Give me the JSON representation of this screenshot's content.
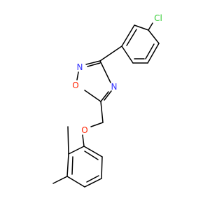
{
  "molecule": {
    "atoms": {
      "chlorine": {
        "label": "Cl",
        "color": "#33cc33"
      },
      "n2": {
        "label": "N",
        "color": "#3333ff"
      },
      "o1": {
        "label": "O",
        "color": "#ff2200"
      },
      "n4": {
        "label": "N",
        "color": "#3333ff"
      },
      "ether_o": {
        "label": "O",
        "color": "#ff2200"
      }
    },
    "bond_color": "#000000"
  }
}
